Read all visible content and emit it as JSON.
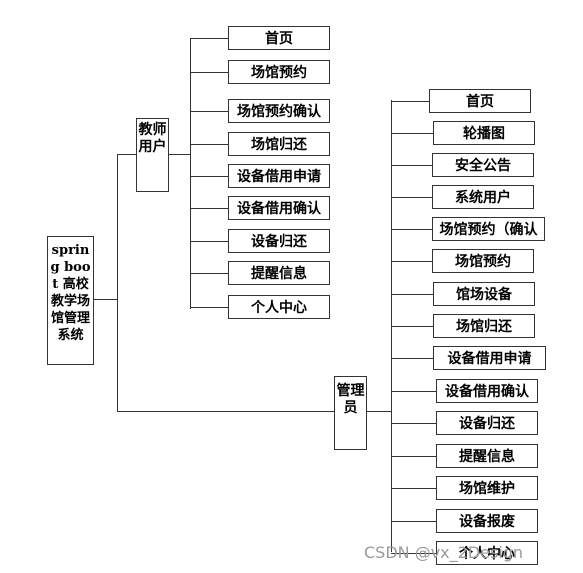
{
  "root": {
    "label": "spring boot 高校教学场馆管理系统"
  },
  "teacher": {
    "label": "教师用户",
    "items": [
      "首页",
      "场馆预约",
      "场馆预约确认",
      "场馆归还",
      "设备借用申请",
      "设备借用确认",
      "设备归还",
      "提醒信息",
      "个人中心"
    ]
  },
  "admin": {
    "label": "管理员",
    "items": [
      "首页",
      "轮播图",
      "安全公告",
      "系统用户",
      "场馆预约（确认",
      "场馆预约",
      "馆场设备",
      "场馆归还",
      "设备借用申请",
      "设备借用确认",
      "设备归还",
      "提醒信息",
      "场馆维护",
      "设备报废",
      "个人中心"
    ]
  },
  "watermark": "CSDN @vx_2Design"
}
